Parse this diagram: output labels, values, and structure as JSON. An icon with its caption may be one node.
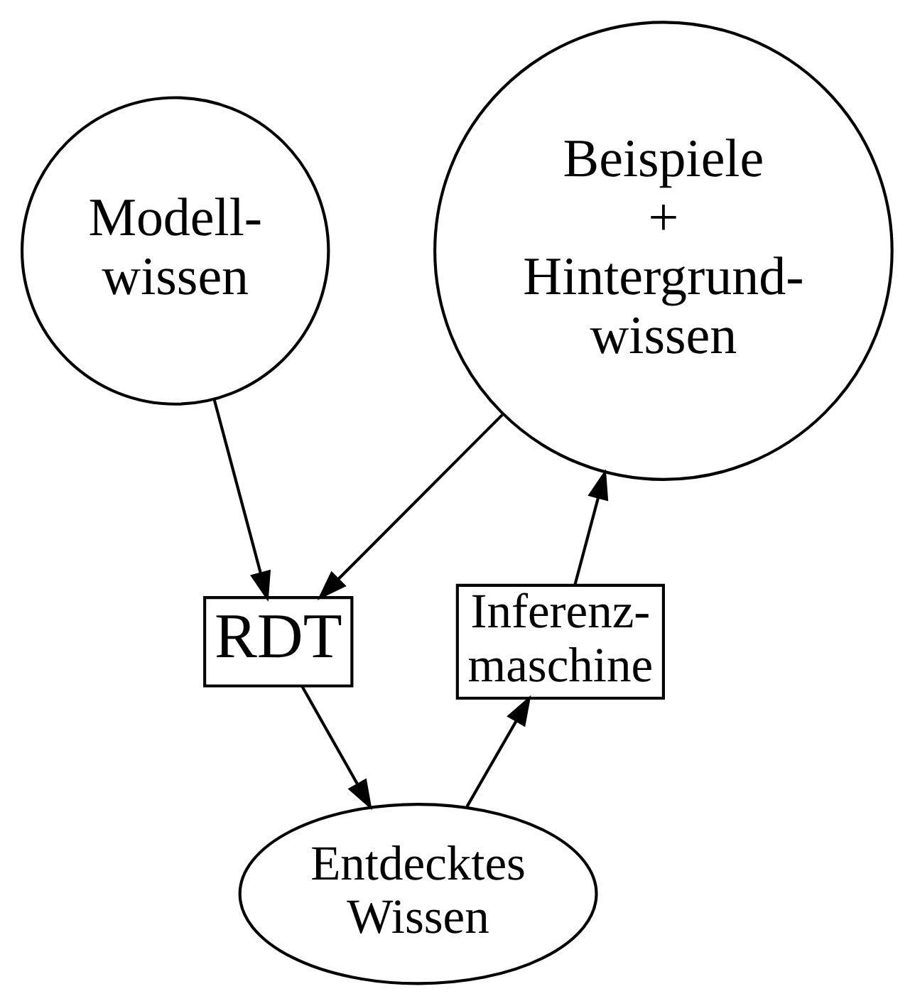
{
  "diagram": {
    "nodes": [
      {
        "text": [
          "Modell- wissen"
        ]
      },
      {
        "text": [
          "Beispiele + Hintergrund- wissen"
        ]
      },
      {
        "text": [
          "RDT"
        ]
      },
      {
        "text": [
          "Inferenz- maschine"
        ]
      },
      {
        "text": [
          "Entdecktes Wissen"
        ]
      }
    ],
    "edges": [
      {
        "from": 0,
        "to": 2,
        "arrow": "to"
      },
      {
        "from": 1,
        "to": 2,
        "arrow": "to"
      },
      {
        "from": 2,
        "to": 4,
        "arrow": "to"
      },
      {
        "from": 4,
        "to": 3,
        "arrow": "to"
      },
      {
        "from": 3,
        "to": 1,
        "arrow": "to"
      }
    ]
  }
}
